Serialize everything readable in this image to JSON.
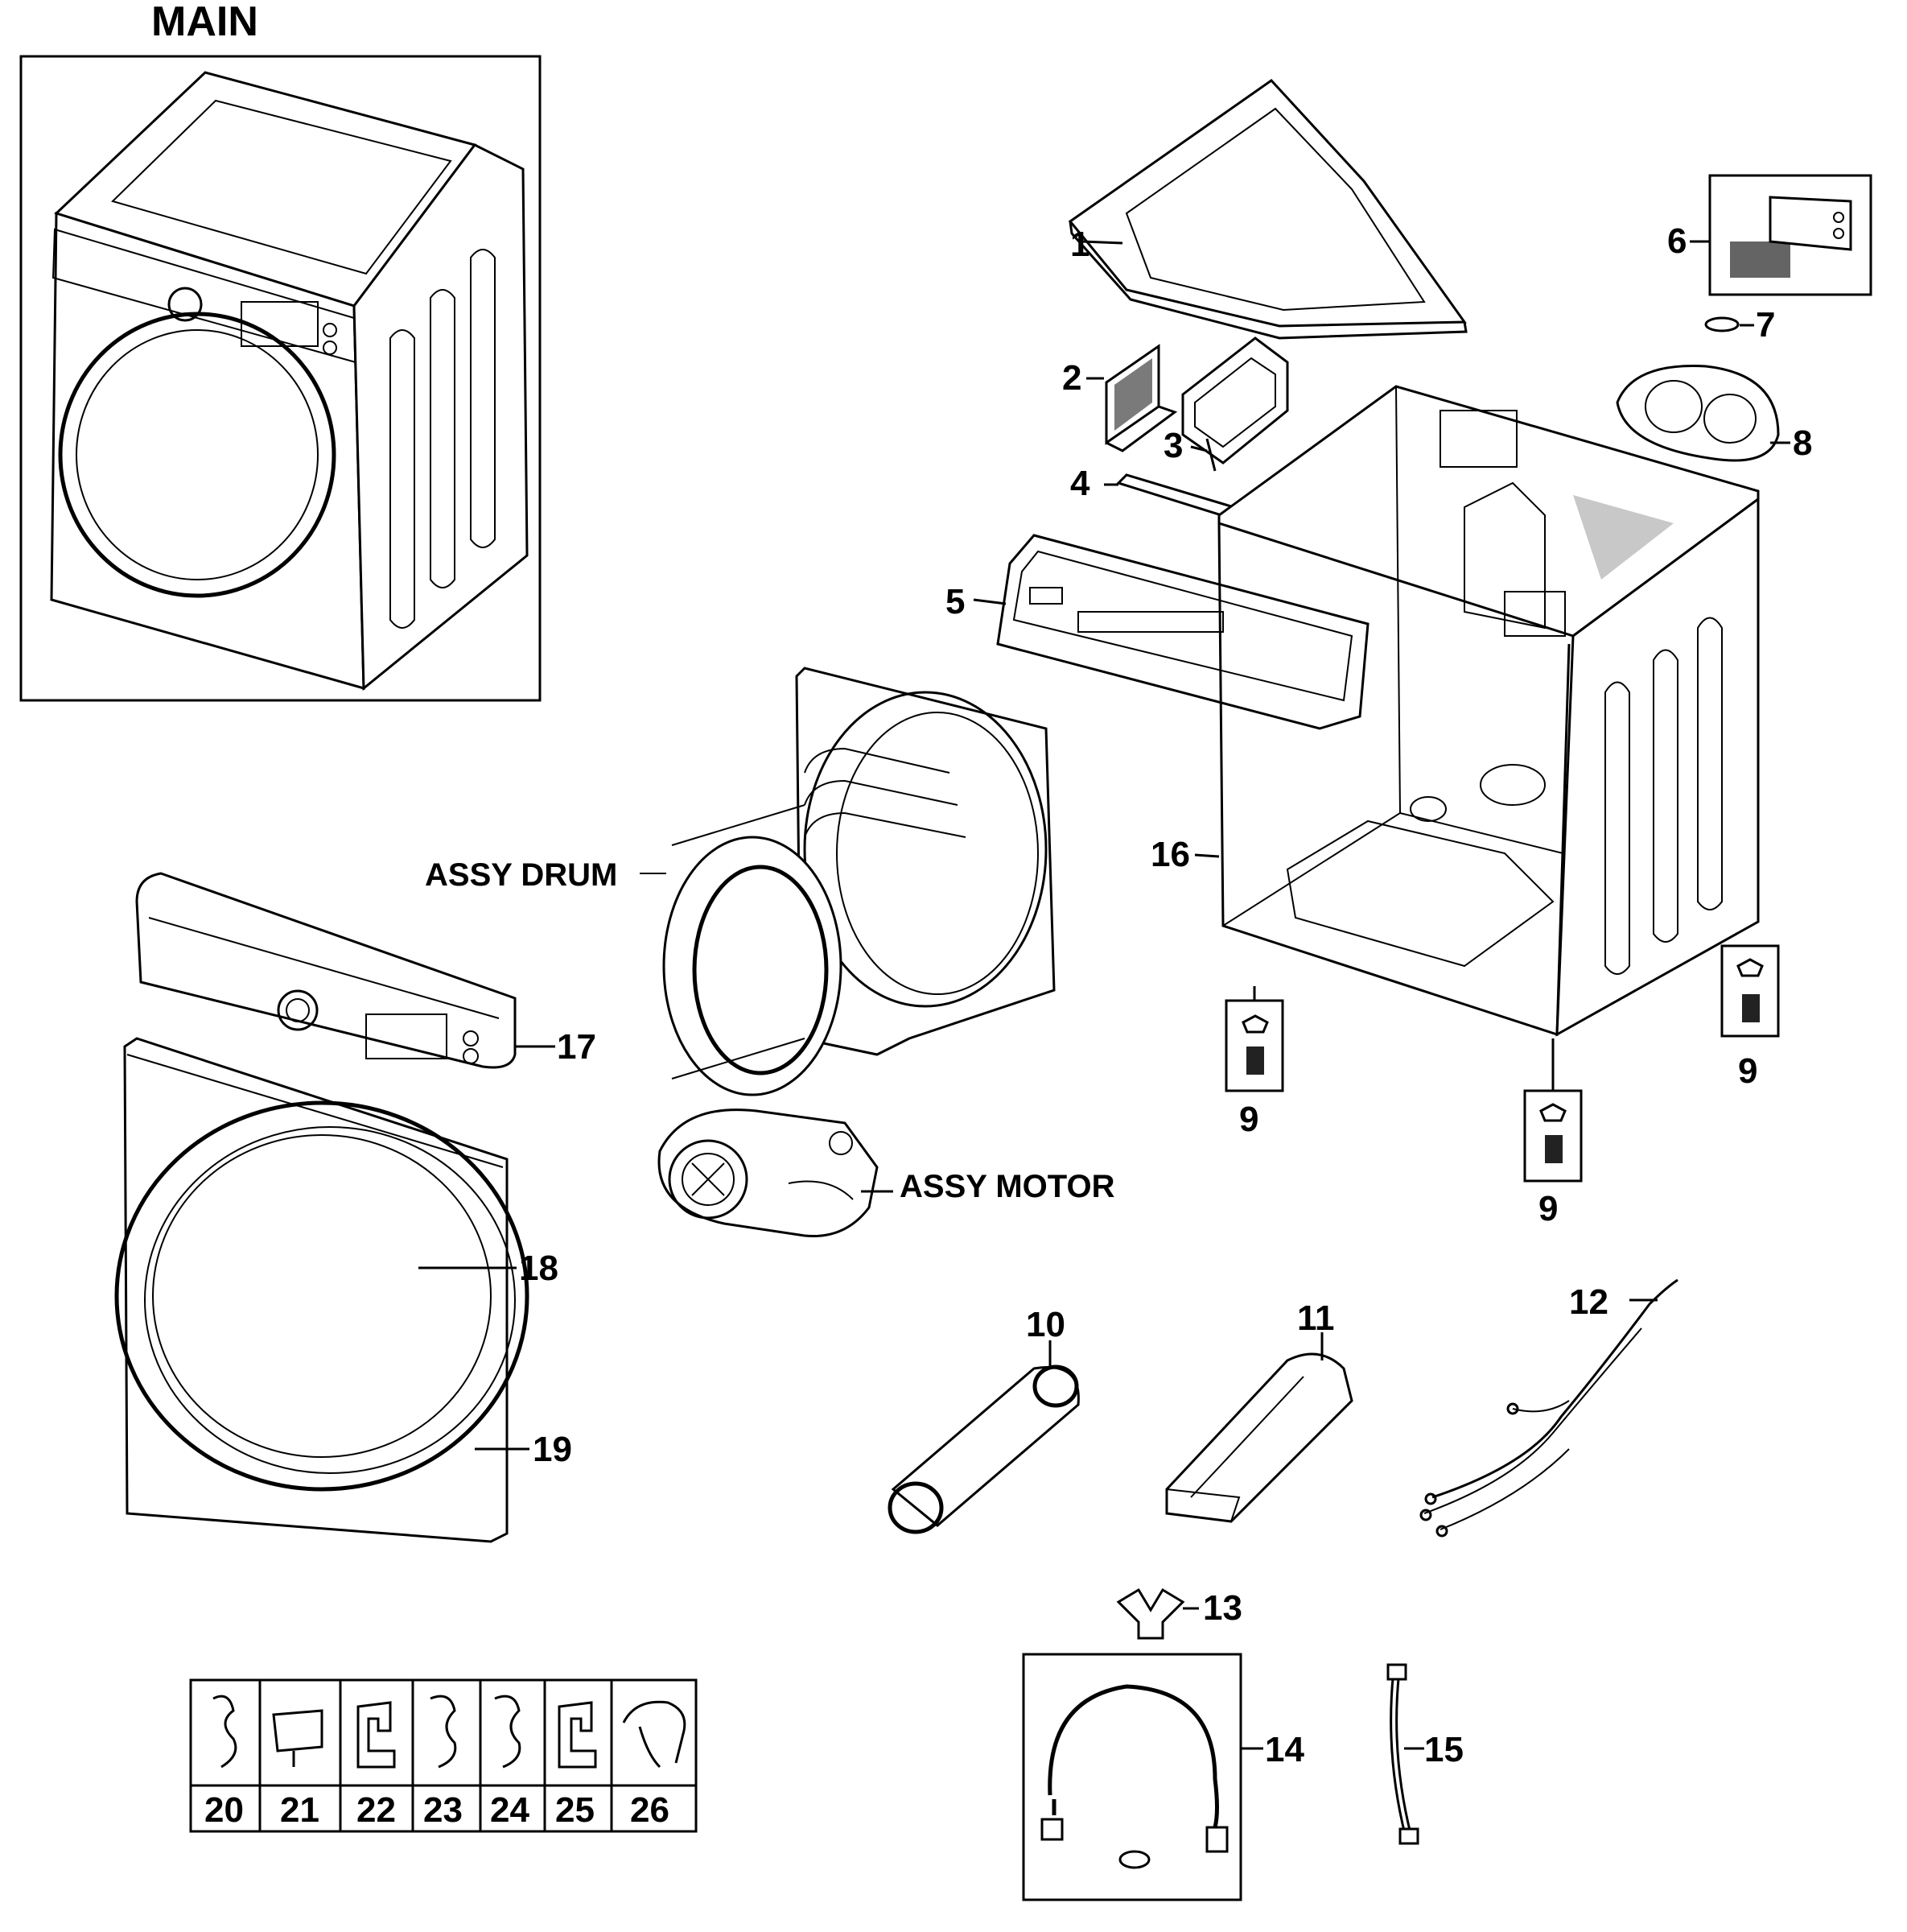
{
  "title": "MAIN",
  "assemblies": {
    "drum": "ASSY DRUM",
    "motor": "ASSY MOTOR"
  },
  "callouts": {
    "c1": "1",
    "c2": "2",
    "c3": "3",
    "c4": "4",
    "c5": "5",
    "c6": "6",
    "c7": "7",
    "c8": "8",
    "c9a": "9",
    "c9b": "9",
    "c9c": "9",
    "c10": "10",
    "c11": "11",
    "c12": "12",
    "c13": "13",
    "c14": "14",
    "c15": "15",
    "c16": "16",
    "c17": "17",
    "c18": "18",
    "c19": "19"
  },
  "hardware_table": [
    "20",
    "21",
    "22",
    "23",
    "24",
    "25",
    "26"
  ]
}
